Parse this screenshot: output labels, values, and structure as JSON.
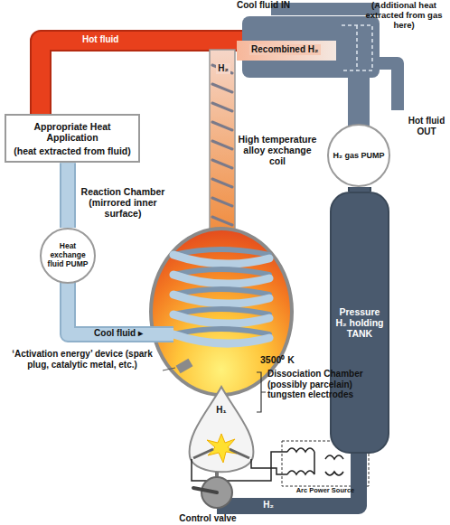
{
  "diagram": {
    "nodes": [
      {
        "text": [
          "Appropriate Heat Application",
          "(heat extracted from fluid)"
        ]
      },
      {
        "text": [
          "Heat exchange fluid PUMP"
        ]
      },
      {
        "text": [
          "H₂ gas PUMP"
        ]
      },
      {
        "text": [
          "Pressure H₂ holding TANK"
        ]
      }
    ],
    "edges": [
      {
        "from": 0,
        "to": 1,
        "arrow": "none"
      },
      {
        "from": 2,
        "to": 3,
        "arrow": "none"
      }
    ],
    "labels": [
      "Cool fluid IN",
      "(Additional heat extracted from gas here)",
      "Hot fluid",
      "Recombined H₂",
      "H₂",
      "Hot fluid OUT",
      "High temperature alloy exchange coil",
      "Reaction Chamber (mirrored inner surface)",
      "Cool fluid ▸",
      "3500⁰ K",
      "‘Activation energy’ device (spark plug, catalytic metal, etc.)",
      "H₁",
      "Dissociation Chamber (possibly parcelain) tungsten electrodes",
      "Arc Power Source",
      "Control valve",
      "H₂"
    ]
  }
}
